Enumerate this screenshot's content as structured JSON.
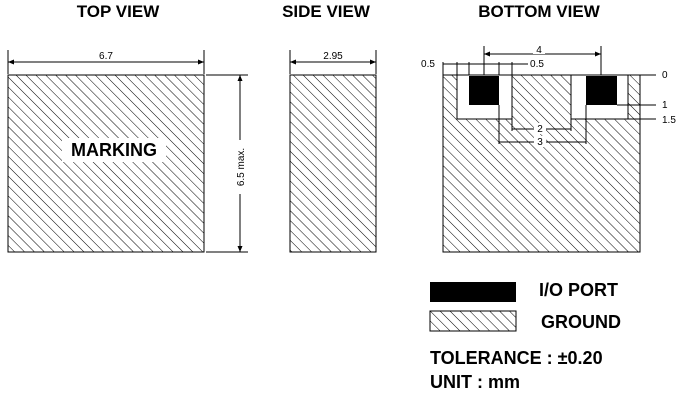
{
  "views": {
    "top": {
      "title": "TOP VIEW",
      "width_label": "6.7",
      "height_label": "6.5 max.",
      "marking_label": "MARKING"
    },
    "side": {
      "title": "SIDE VIEW",
      "width_label": "2.95"
    },
    "bottom": {
      "title": "BOTTOM VIEW",
      "dims": {
        "pitch_4": "4",
        "left_05": "0.5",
        "right_05": "0.5",
        "level_0": "0",
        "level_1": "1",
        "level_15": "1.5",
        "inner_2": "2",
        "inner_3": "3"
      }
    }
  },
  "legend": {
    "io_port": "I/O PORT",
    "ground": "GROUND"
  },
  "notes": {
    "tolerance": "TOLERANCE : ±0.20",
    "unit": "UNIT : mm"
  },
  "colors": {
    "line": "#000000",
    "port_fill": "#000000",
    "background": "#ffffff"
  }
}
